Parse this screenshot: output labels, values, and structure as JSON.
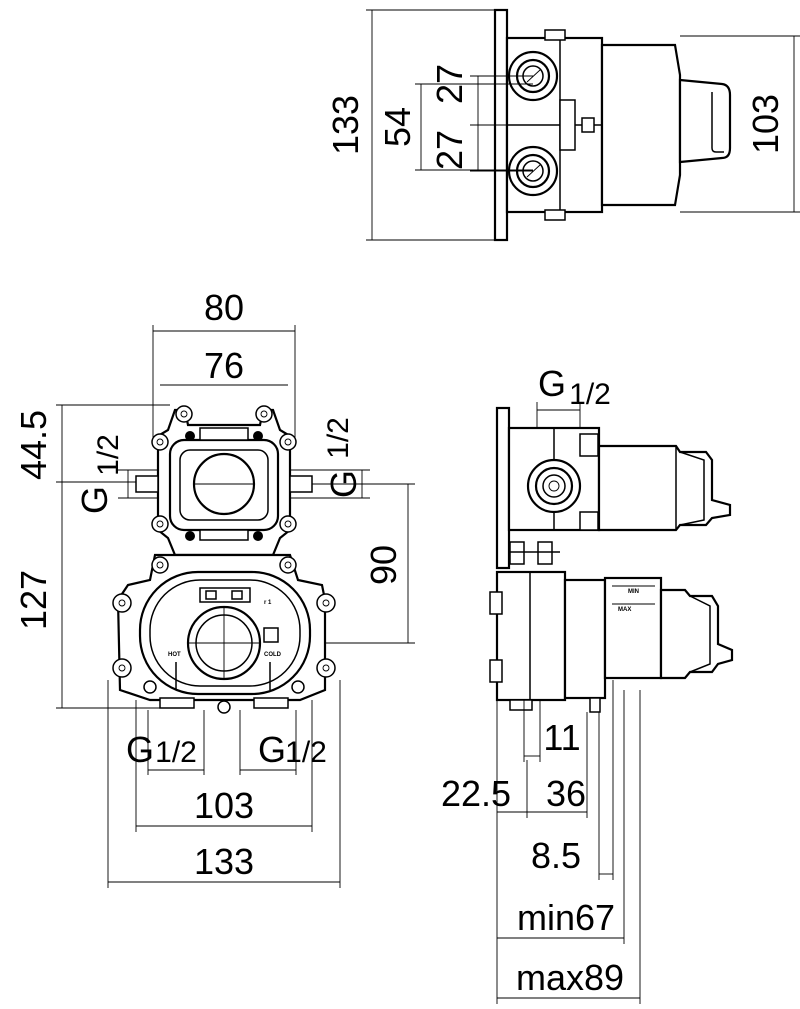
{
  "top_view": {
    "dim_left_total": "133",
    "dim_inner_span": "54",
    "dim_upper_half": "27",
    "dim_lower_half": "27",
    "dim_right_height": "103"
  },
  "front_view": {
    "dim_outer_width": "80",
    "dim_inner_width": "76",
    "dim_upper_offset": "44.5",
    "dim_total_height": "127",
    "dim_center_drop": "90",
    "thread_left": "G",
    "thread_right": "G",
    "thread_bottom_left": "G",
    "thread_bottom_right": "G",
    "thread_fraction": "1/2",
    "dim_bottom_spacing": "103",
    "dim_bottom_total": "133",
    "label_hot": "HOT",
    "label_cold": "COLD"
  },
  "side_view": {
    "thread_top": "G",
    "thread_fraction": "1/2",
    "dim_11": "11",
    "dim_22_5": "22.5",
    "dim_36": "36",
    "dim_8_5": "8.5",
    "dim_min": "min67",
    "dim_max": "max89",
    "label_min": "MIN",
    "label_max": "MAX"
  }
}
